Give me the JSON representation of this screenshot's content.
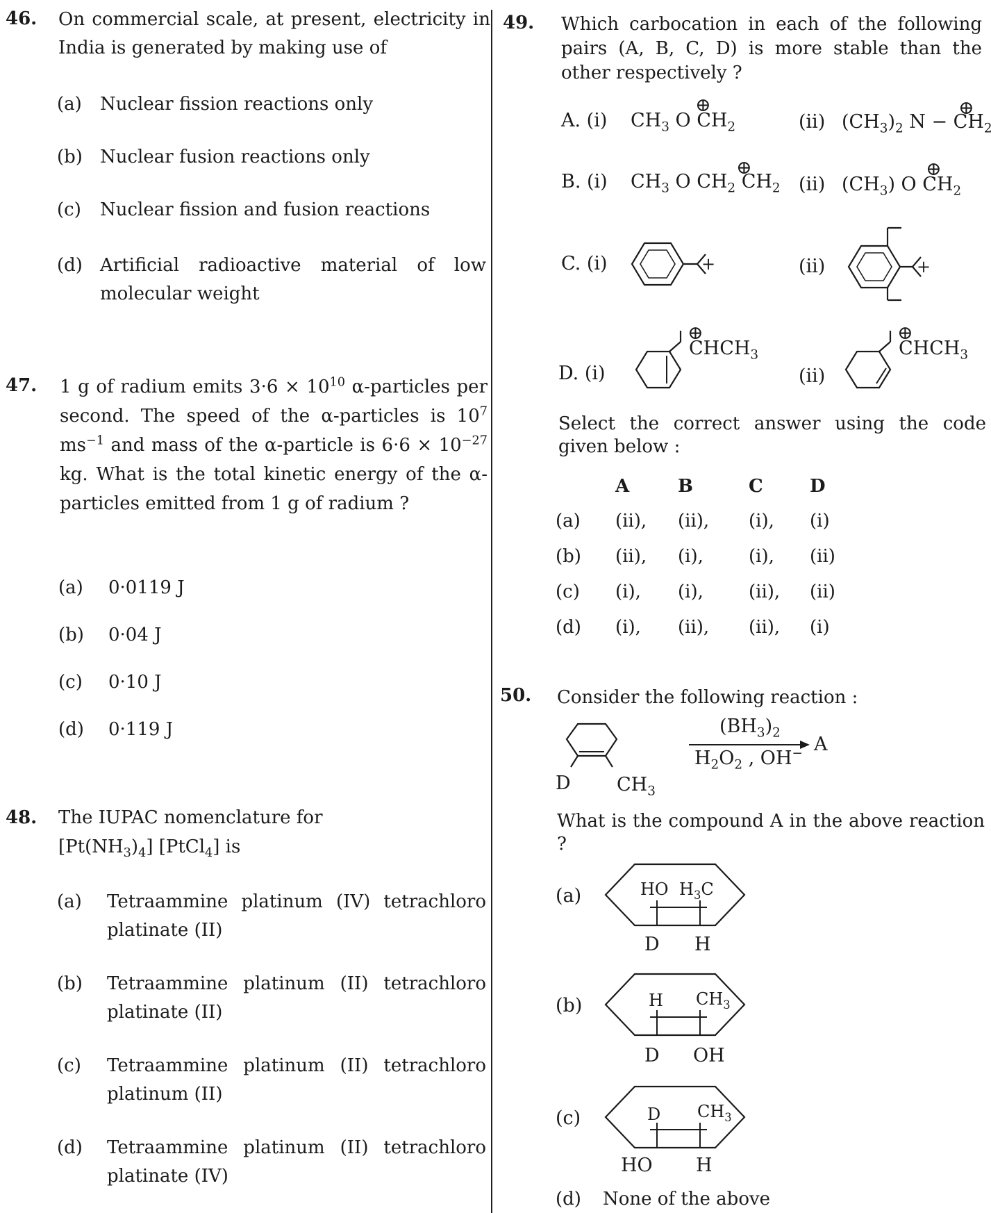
{
  "questions": {
    "q46": {
      "number": "46.",
      "text": "On commercial scale, at present, electricity in India is generated by making use of",
      "options": [
        {
          "label": "(a)",
          "text": "Nuclear fission reactions only"
        },
        {
          "label": "(b)",
          "text": "Nuclear fusion reactions only"
        },
        {
          "label": "(c)",
          "text": "Nuclear fission and fusion reactions"
        },
        {
          "label": "(d)",
          "text": "Artificial radioactive material of low molecular weight"
        }
      ]
    },
    "q47": {
      "number": "47.",
      "text_parts": {
        "p1": "1 g of radium emits 3·6 × 10",
        "p1_sup": "10",
        "p2": " α-particles per second. The speed of the α-particles is 10",
        "p2_sup": "7",
        "p3": " ms",
        "p3_sup": "−1",
        "p4": " and mass of the α-particle is 6·6 × 10",
        "p4_sup": "−27",
        "p5": " kg. What is the total kinetic energy of the α-particles emitted from 1 g of radium ?"
      },
      "options": [
        {
          "label": "(a)",
          "text": "0·0119 J"
        },
        {
          "label": "(b)",
          "text": "0·04 J"
        },
        {
          "label": "(c)",
          "text": "0·10 J"
        },
        {
          "label": "(d)",
          "text": "0·119 J"
        }
      ]
    },
    "q48": {
      "number": "48.",
      "text": "The IUPAC nomenclature for",
      "formula_parts": {
        "a": "[Pt(NH",
        "a_sub": "3",
        "b": ")",
        "b_sub": "4",
        "c": "] [PtCl",
        "c_sub": "4",
        "d": "] is"
      },
      "options": [
        {
          "label": "(a)",
          "text": "Tetraammine platinum (IV) tetrachloro platinate (II)"
        },
        {
          "label": "(b)",
          "text": "Tetraammine platinum (II) tetrachloro platinate (II)"
        },
        {
          "label": "(c)",
          "text": "Tetraammine platinum (II) tetrachloro platinum (II)"
        },
        {
          "label": "(d)",
          "text": "Tetraammine platinum (II) tetrachloro platinate (IV)"
        }
      ]
    },
    "q49": {
      "number": "49.",
      "text": "Which carbocation in each of the following pairs (A, B, C, D) is more stable than the other respectively ?",
      "pairs": {
        "A": {
          "label": "A. (i)",
          "i": "CH3 O CH2",
          "ii_label": "(ii)",
          "ii": "(CH3)2 N − CH2"
        },
        "B": {
          "label": "B. (i)",
          "i": "CH3 O CH2 CH2",
          "ii_label": "(ii)",
          "ii": "(CH3) O CH2"
        },
        "C": {
          "label": "C. (i)",
          "ii_label": "(ii)"
        },
        "D": {
          "label": "D. (i)",
          "ii_label": "(ii)",
          "group": "CHCH3"
        }
      },
      "select_text": "Select the correct answer using the code given below :",
      "code_headers": [
        "A",
        "B",
        "C",
        "D"
      ],
      "code_rows": [
        {
          "label": "(a)",
          "cells": [
            "(ii),",
            "(ii),",
            "(i),",
            "(i)"
          ]
        },
        {
          "label": "(b)",
          "cells": [
            "(ii),",
            "(i),",
            "(i),",
            "(ii)"
          ]
        },
        {
          "label": "(c)",
          "cells": [
            "(i),",
            "(i),",
            "(ii),",
            "(ii)"
          ]
        },
        {
          "label": "(d)",
          "cells": [
            "(i),",
            "(ii),",
            "(ii),",
            "(i)"
          ]
        }
      ]
    },
    "q50": {
      "number": "50.",
      "text": "Consider the following reaction :",
      "reaction": {
        "reagent_top": "(BH3)2",
        "reagent_bottom": "H2O2 , OH−",
        "product": "A",
        "sub_d": "D",
        "sub_ch3": "CH3"
      },
      "question": "What is the compound A in the above reaction ?",
      "options": [
        {
          "label": "(a)",
          "top_left": "HO",
          "top_right": "H3C",
          "bottom_left": "D",
          "bottom_right": "H"
        },
        {
          "label": "(b)",
          "top_left": "H",
          "top_right": "CH3",
          "bottom_left": "D",
          "bottom_right": "OH"
        },
        {
          "label": "(c)",
          "top_left": "D",
          "top_right": "CH3",
          "bottom_left": "HO",
          "bottom_right": "H"
        },
        {
          "label": "(d)",
          "text": "None of the above"
        }
      ]
    }
  }
}
